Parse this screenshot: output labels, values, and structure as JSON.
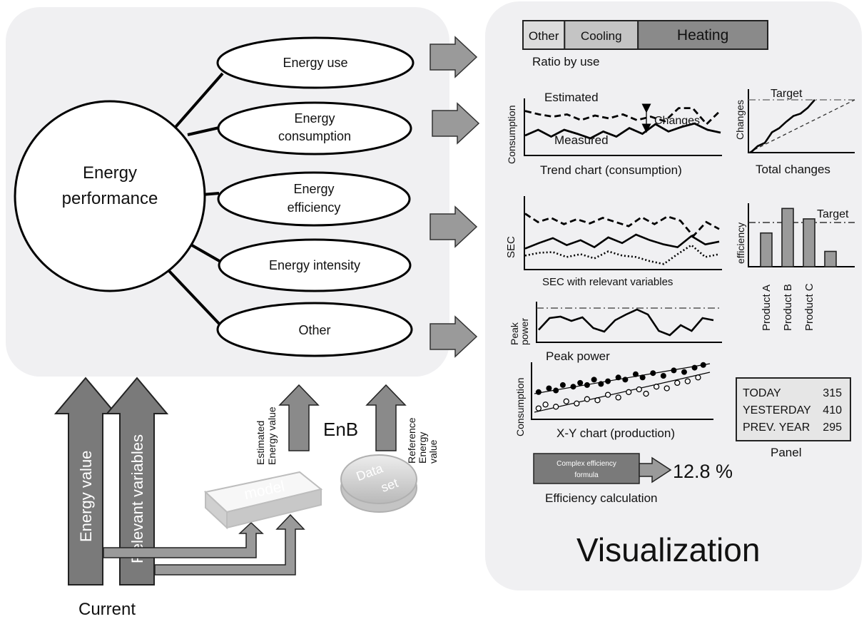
{
  "colors": {
    "page_bg": "#ffffff",
    "panel_bg": "#f0f0f2",
    "arrow_fill": "#8a8a8a",
    "bar_fill": "#9a9a9a",
    "display_bg": "#e6e6e6"
  },
  "performance": {
    "center_label_line1": "Energy",
    "center_label_line2": "performance",
    "items": [
      {
        "line1": "Energy use",
        "line2": ""
      },
      {
        "line1": "Energy",
        "line2": "consumption"
      },
      {
        "line1": "Energy",
        "line2": "efficiency"
      },
      {
        "line1": "Energy intensity",
        "line2": ""
      },
      {
        "line1": "Other",
        "line2": ""
      }
    ]
  },
  "inputs": {
    "energy_value": "Energy value",
    "relevant_variables": "Relevant variables",
    "current": "Current",
    "model_label": "model",
    "dataset_line1": "Data",
    "dataset_line2": "set",
    "enb": "EnB",
    "estimated_line1": "Estimated",
    "estimated_line2": "Energy value",
    "reference_line1": "Reference",
    "reference_line2": "Energy",
    "reference_line3": "value"
  },
  "visualization": {
    "title": "Visualization",
    "ratio": {
      "caption": "Ratio by use",
      "segments": [
        {
          "label": "Other",
          "share": 0.17
        },
        {
          "label": "Cooling",
          "share": 0.3
        },
        {
          "label": "Heating",
          "share": 0.53
        }
      ],
      "colors": [
        "#dcdcdc",
        "#c4c4c4",
        "#8a8a8a"
      ]
    },
    "trend": {
      "caption": "Trend chart (consumption)",
      "ylabel": "Consumption",
      "estimated_label": "Estimated",
      "measured_label": "Measured",
      "changes_label": "Changes",
      "estimated": [
        0.78,
        0.72,
        0.68,
        0.72,
        0.62,
        0.7,
        0.65,
        0.72,
        0.62,
        0.68,
        0.6,
        0.83,
        0.83,
        0.55,
        0.79
      ],
      "measured": [
        0.35,
        0.45,
        0.33,
        0.45,
        0.38,
        0.3,
        0.42,
        0.33,
        0.48,
        0.38,
        0.55,
        0.42,
        0.5,
        0.56,
        0.45,
        0.4
      ]
    },
    "total_changes": {
      "caption": "Total changes",
      "ylabel": "Changes",
      "target_label": "Target",
      "actual": [
        0.0,
        0.08,
        0.12,
        0.25,
        0.3,
        0.38,
        0.45,
        0.48,
        0.55,
        0.65
      ]
    },
    "sec": {
      "caption": "SEC with relevant variables",
      "ylabel": "SEC",
      "dashed": [
        0.8,
        0.68,
        0.74,
        0.65,
        0.72,
        0.66,
        0.74,
        0.68,
        0.62,
        0.75,
        0.65,
        0.76,
        0.7,
        0.48,
        0.68,
        0.58
      ],
      "solid": [
        0.3,
        0.38,
        0.45,
        0.35,
        0.42,
        0.32,
        0.46,
        0.38,
        0.5,
        0.42,
        0.36,
        0.32,
        0.48,
        0.36,
        0.4
      ],
      "dotted": [
        0.2,
        0.24,
        0.25,
        0.18,
        0.22,
        0.16,
        0.26,
        0.2,
        0.18,
        0.12,
        0.08,
        0.22,
        0.35,
        0.18,
        0.22
      ]
    },
    "efficiency": {
      "ylabel": "efficiency",
      "target_label": "Target",
      "categories": [
        "Product A",
        "Product B",
        "Product C",
        ""
      ],
      "values": [
        0.55,
        0.95,
        0.78,
        0.25
      ],
      "target": 0.78
    },
    "peak": {
      "caption": "Peak power",
      "ylabel_line1": "Peak",
      "ylabel_line2": "power",
      "values": [
        0.35,
        0.68,
        0.72,
        0.6,
        0.7,
        0.4,
        0.3,
        0.62,
        0.78,
        0.92,
        0.78,
        0.32,
        0.2,
        0.48,
        0.32,
        0.68,
        0.62
      ],
      "limit": 0.95
    },
    "xy": {
      "caption": "X-Y chart (production)",
      "ylabel": "Consumption",
      "filled": [
        [
          0.02,
          0.45
        ],
        [
          0.08,
          0.52
        ],
        [
          0.12,
          0.48
        ],
        [
          0.16,
          0.58
        ],
        [
          0.22,
          0.55
        ],
        [
          0.26,
          0.62
        ],
        [
          0.3,
          0.58
        ],
        [
          0.34,
          0.68
        ],
        [
          0.38,
          0.6
        ],
        [
          0.42,
          0.65
        ],
        [
          0.48,
          0.72
        ],
        [
          0.52,
          0.68
        ],
        [
          0.58,
          0.78
        ],
        [
          0.62,
          0.72
        ],
        [
          0.68,
          0.8
        ],
        [
          0.74,
          0.75
        ],
        [
          0.8,
          0.85
        ],
        [
          0.86,
          0.82
        ],
        [
          0.92,
          0.9
        ],
        [
          0.97,
          0.95
        ]
      ],
      "hollow": [
        [
          0.02,
          0.15
        ],
        [
          0.06,
          0.22
        ],
        [
          0.12,
          0.18
        ],
        [
          0.18,
          0.28
        ],
        [
          0.24,
          0.24
        ],
        [
          0.3,
          0.32
        ],
        [
          0.36,
          0.3
        ],
        [
          0.42,
          0.4
        ],
        [
          0.48,
          0.35
        ],
        [
          0.54,
          0.45
        ],
        [
          0.6,
          0.5
        ],
        [
          0.64,
          0.42
        ],
        [
          0.7,
          0.55
        ],
        [
          0.76,
          0.52
        ],
        [
          0.82,
          0.62
        ],
        [
          0.88,
          0.65
        ],
        [
          0.94,
          0.72
        ]
      ]
    },
    "panel": {
      "caption": "Panel",
      "rows": [
        {
          "label": "TODAY",
          "value": "315"
        },
        {
          "label": "YESTERDAY",
          "value": "410"
        },
        {
          "label": "PREV. YEAR",
          "value": "295"
        }
      ]
    },
    "efficiency_calc": {
      "formula_line1": "Complex efficiency",
      "formula_line2": "formula",
      "result": "12.8 %",
      "caption": "Efficiency calculation"
    }
  }
}
